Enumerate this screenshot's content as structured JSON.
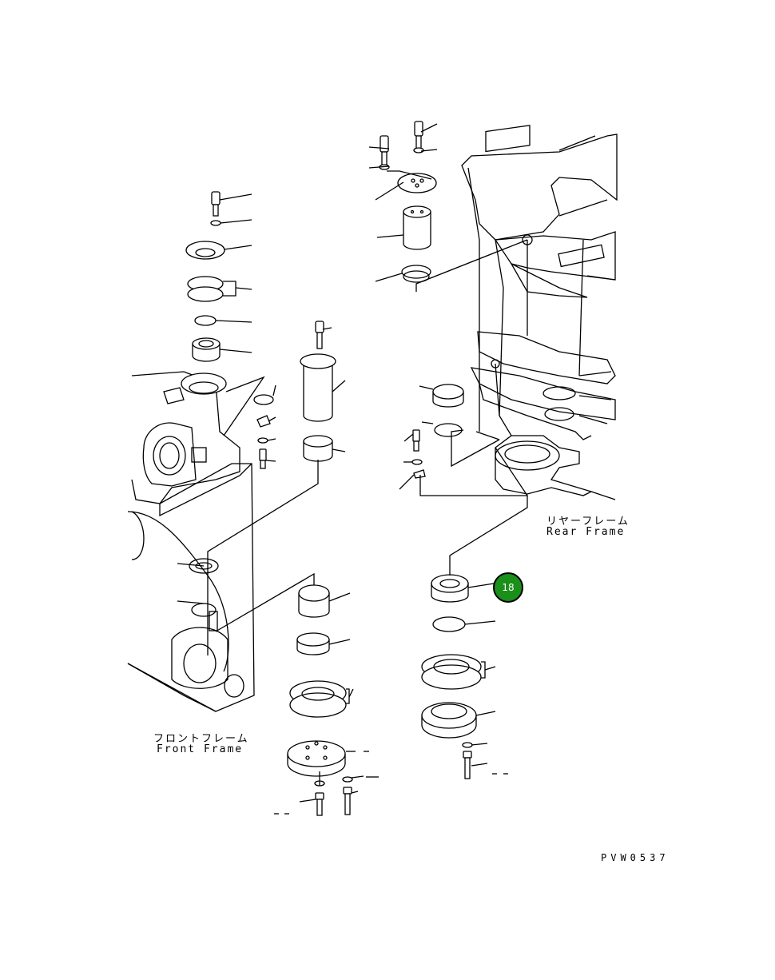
{
  "labels": {
    "rear_frame_jp": "リヤーフレーム",
    "rear_frame_en": "Rear Frame",
    "front_frame_jp": "フロントフレーム",
    "front_frame_en": "Front Frame",
    "drawing_code": "PVW0537"
  },
  "callouts": [
    {
      "number": "18",
      "color": "#1a8f1a"
    }
  ]
}
